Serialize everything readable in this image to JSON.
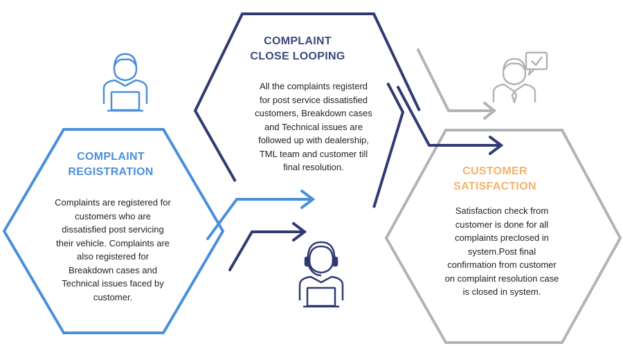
{
  "sections": {
    "registration": {
      "title_lines": [
        "COMPLAINT",
        "REGISTRATION"
      ],
      "body_lines": [
        "Complaints are registered for",
        "customers who are",
        "dissatisfied post servicing",
        "their vehicle. Complaints are",
        "also registered for",
        "Breakdown cases and",
        "Technical issues faced by",
        "customer."
      ]
    },
    "close_looping": {
      "title_lines": [
        "COMPLAINT",
        "CLOSE LOOPING"
      ],
      "body_lines": [
        "All the complaints registerd",
        "for post service dissatisfied",
        "customers, Breakdown cases",
        "and Technical issues are",
        "followed up with dealership,",
        "TML team and customer till",
        "final resolution."
      ]
    },
    "satisfaction": {
      "title_lines": [
        "CUSTOMER",
        "SATISFACTION"
      ],
      "body_lines": [
        "Satisfaction check from",
        "customer is done for all",
        "complaints preclosed in",
        "system.Post final",
        "confirmation from customer",
        "on complaint resolution case",
        "is closed in system."
      ]
    }
  },
  "colors": {
    "registration": "#4a8fdc",
    "close_looping": "#2f3a73",
    "satisfaction_title": "#f2b36b",
    "satisfaction_outline": "#b3b3b3"
  },
  "icons": [
    "customer-laptop-icon",
    "support-agent-headset-icon",
    "customer-feedback-icon"
  ]
}
